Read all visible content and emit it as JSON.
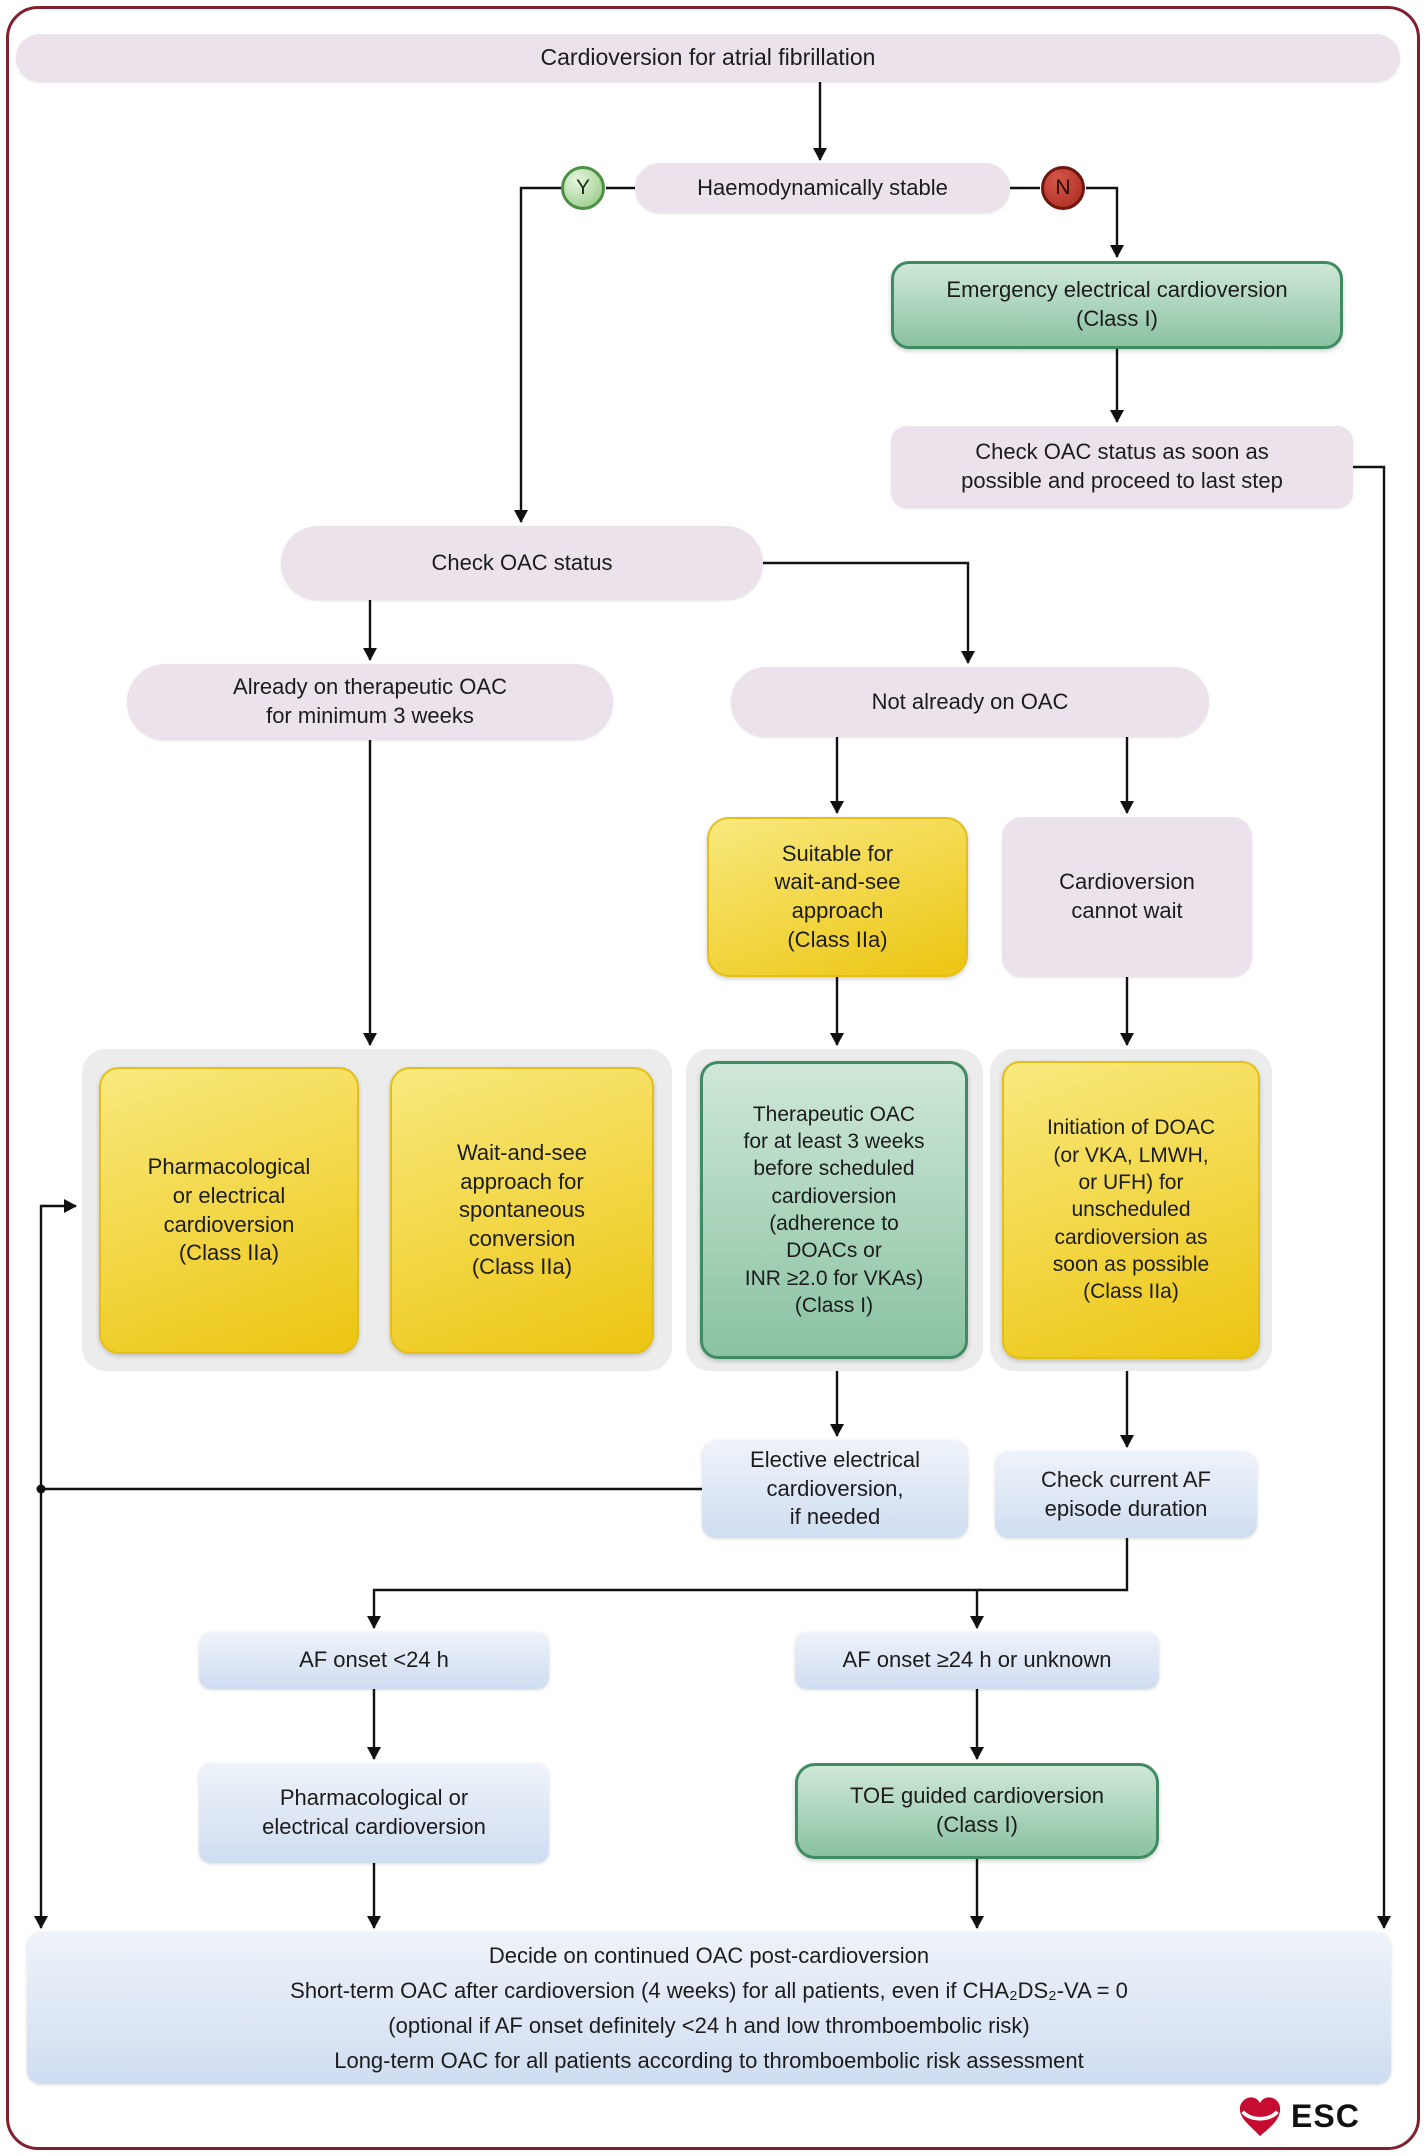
{
  "title": "Cardioversion for atrial fibrillation",
  "decision": {
    "haemodynamically_stable": "Haemodynamically stable",
    "yes": "Y",
    "no": "N"
  },
  "nodes": {
    "emergency_cardioversion": "Emergency electrical cardioversion\n(Class I)",
    "check_oac_soon": "Check OAC status as soon as\npossible and proceed to last step",
    "check_oac_status": "Check OAC status",
    "already_on_oac": "Already on therapeutic OAC\nfor minimum 3 weeks",
    "not_on_oac": "Not already on OAC",
    "suitable_wait_and_see": "Suitable for\nwait-and-see\napproach\n(Class IIa)",
    "cardioversion_cannot_wait": "Cardioversion\ncannot wait",
    "pharmacological_or_electrical_iia": "Pharmacological\nor electrical\ncardioversion\n(Class IIa)",
    "wait_and_see_spontaneous": "Wait-and-see\napproach for\nspontaneous\nconversion\n(Class IIa)",
    "therapeutic_oac_3_weeks": "Therapeutic OAC\nfor at least 3 weeks\nbefore scheduled\ncardioversion\n(adherence to\nDOACs or\nINR ≥2.0 for VKAs)\n(Class I)",
    "initiation_doac": "Initiation of DOAC\n(or VKA, LMWH,\nor UFH) for\nunscheduled\ncardioversion as\nsoon as possible\n(Class IIa)",
    "elective_cardioversion": "Elective electrical\ncardioversion,\nif needed",
    "check_af_duration": "Check current AF\nepisode duration",
    "af_onset_lt_24h": "AF onset <24 h",
    "af_onset_ge_24h": "AF onset ≥24 h or unknown",
    "pharmacological_or_electrical": "Pharmacological or\nelectrical cardioversion",
    "toe_guided": "TOE guided cardioversion\n(Class I)"
  },
  "final_box": {
    "line1": "Decide on continued OAC post-cardioversion",
    "line2": "Short-term OAC after cardioversion (4 weeks) for all patients, even if CHA₂DS₂-VA = 0",
    "line3": "(optional if AF onset definitely <24 h and low thromboembolic risk)",
    "line4": "Long-term OAC for all patients according to thromboembolic risk assessment"
  },
  "logo": {
    "text": "ESC"
  },
  "colors": {
    "class_i_green": "#8ac2a2",
    "class_iia_yellow": "#ecc511",
    "neutral_lavender": "#ebe2ec",
    "info_blue": "#d8e2f3",
    "frame_red": "#7e2030",
    "yes_green": "#8ec77d",
    "no_red": "#a82a1e"
  }
}
